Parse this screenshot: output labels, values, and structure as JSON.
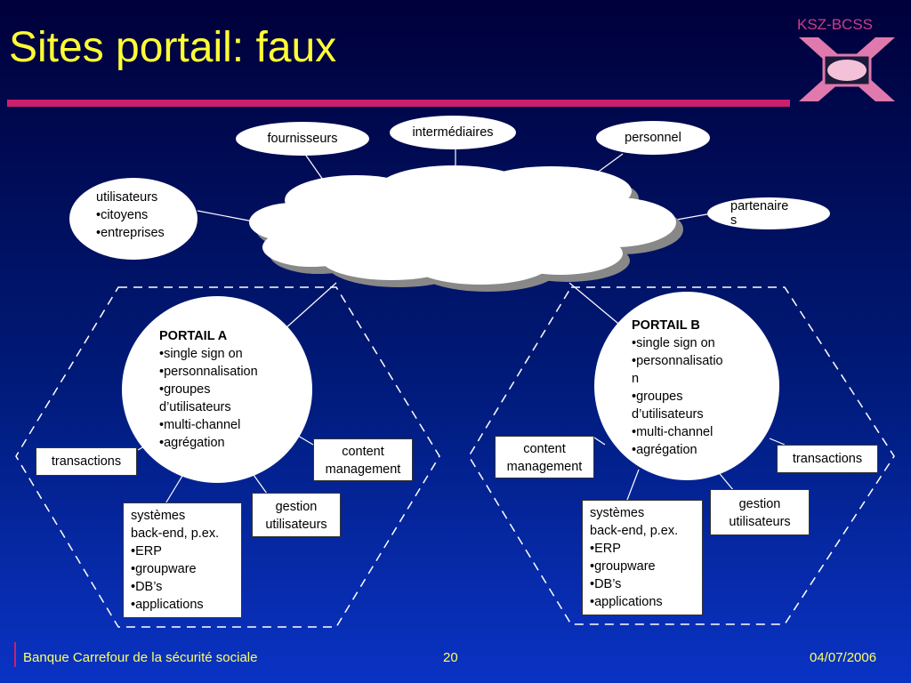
{
  "slide": {
    "title": "Sites portail: faux",
    "brand": "KSZ-BCSS",
    "colors": {
      "title": "#ffff33",
      "accent": "#cc1f6c",
      "footer_text": "#ffff66"
    }
  },
  "cloud_nodes": {
    "fournisseurs": "fournisseurs",
    "intermediaires": "intermédiaires",
    "personnel": "personnel",
    "partenaires_line1": "partenaire",
    "partenaires_line2": "s",
    "utilisateurs": [
      "utilisateurs",
      "•citoyens",
      "•entreprises"
    ]
  },
  "portal_a": {
    "title": "PORTAIL A",
    "items": [
      "•single sign on",
      "•personnalisation",
      "•groupes",
      "d’utilisateurs",
      "•multi-channel",
      "•agrégation"
    ],
    "transactions": "transactions",
    "content_management": [
      "content",
      "management"
    ],
    "gestion_utilisateurs": [
      "gestion",
      "utilisateurs"
    ],
    "systemes": [
      "systèmes",
      "back-end, p.ex.",
      "•ERP",
      "•groupware",
      "•DB’s",
      "•applications"
    ]
  },
  "portal_b": {
    "title": "PORTAIL B",
    "items": [
      "•single sign on",
      "•personnalisatio",
      "n",
      "•groupes",
      "d’utilisateurs",
      "•multi-channel",
      "•agrégation"
    ],
    "transactions": "transactions",
    "content_management": [
      "content",
      "management"
    ],
    "gestion_utilisateurs": [
      "gestion",
      "utilisateurs"
    ],
    "systemes": [
      "systèmes",
      "back-end, p.ex.",
      "•ERP",
      "•groupware",
      "•DB’s",
      "•applications"
    ]
  },
  "footer": {
    "organization": "Banque Carrefour de la sécurité sociale",
    "page_number": "20",
    "date": "04/07/2006"
  }
}
